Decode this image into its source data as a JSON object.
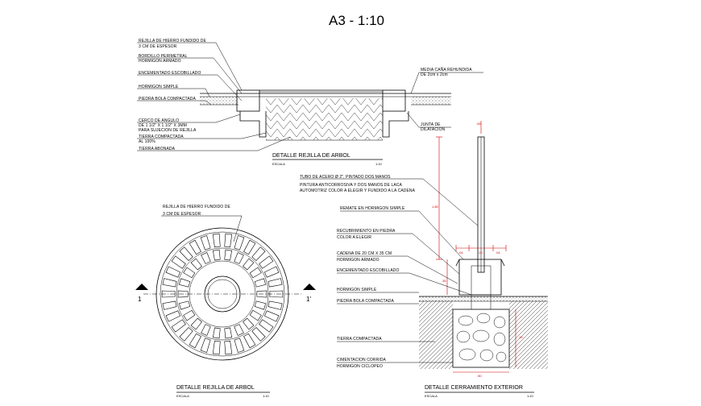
{
  "sheet_title": "A3 - 1:10",
  "grate_section": {
    "labels": {
      "rejilla_1": "REJILLA DE HIERRO FUNDIDO DE",
      "rejilla_2": "3 CM DE ESPESOR",
      "bordillo_1": "BORDILLO PERIMETRAL",
      "bordillo_2": "HORMIGON ARMADO",
      "encementado": "ENCEMENTADO ESCOBILLADO",
      "hormigon": "HORMIGON SIMPLE",
      "piedra": "PIEDRA BOLA COMPACTADA",
      "cerco_1": "CERCO DE ANGULO",
      "cerco_2": "DE 1 1/2\" X 1 1/2\" X 3MM",
      "cerco_3": "PARA SUJECION DE REJILLA",
      "tierra_1": "TIERRA COMPACTADA",
      "tierra_2": "AL 100%",
      "tierra_abonada": "TIERRA ABONADA",
      "media_1": "MEDIA CAÑA REHUNDIDA",
      "media_2": "DE 2cm x 2cm",
      "junta_1": "JUNTA DE",
      "junta_2": "DILATACION"
    },
    "caption": "DETALLE REJILLA DE ARBOL",
    "escala": "ESCALA",
    "scale": "1:10"
  },
  "grate_plan": {
    "label_1": "REJILLA DE HIERRO FUNDIDO DE",
    "label_2": "3 CM DE ESPESOR",
    "marker_left": "1",
    "marker_right": "1'",
    "caption": "DETALLE REJILLA DE ARBOL",
    "escala": "ESCALA",
    "scale": "1:10"
  },
  "fence_detail": {
    "labels": {
      "tubo_1": "TUBO DE ACERO Ø 2\", PINTADO DOS MANOS",
      "tubo_2": "PINTURA ANTICORROSIVA Y DOS MANOS DE LACA",
      "tubo_3": "AUTOMOTRIZ COLOR A ELEGIR Y FUNDIDO A LA CADENA",
      "remate": "REMATE EN HORMIGON SIMPLE",
      "recub_1": "RECUBRIMIENTO EN PIEDRA",
      "recub_2": "COLOR A ELEGIR",
      "cadena_1": "CADENA DE 20 CM X 35 CM",
      "cadena_2": "HORMIGON ARMADO",
      "encementado": "ENCEMENTADO ESCOBILLADO",
      "hormigon": "HORMIGON SIMPLE",
      "piedra": "PIEDRA BOLA COMPACTADA",
      "tierra": "TIERRA COMPACTADA",
      "ciment_1": "CIMENTACION CORRIDA",
      "ciment_2": "HORMIGON CICLOPEO"
    },
    "dims": {
      "top": ".05",
      "height": "1.80",
      "w1": ".04",
      "w2": ".10",
      "w3": ".04",
      "side_a": ".35",
      "side_b": ".15",
      "bottom": ".50"
    },
    "caption": "DETALLE CERRAMIENTO EXTERIOR",
    "escala": "ESCALA",
    "scale": "1:10"
  },
  "colors": {
    "line": "#000000",
    "dimension": "#d00000",
    "background": "#ffffff"
  }
}
